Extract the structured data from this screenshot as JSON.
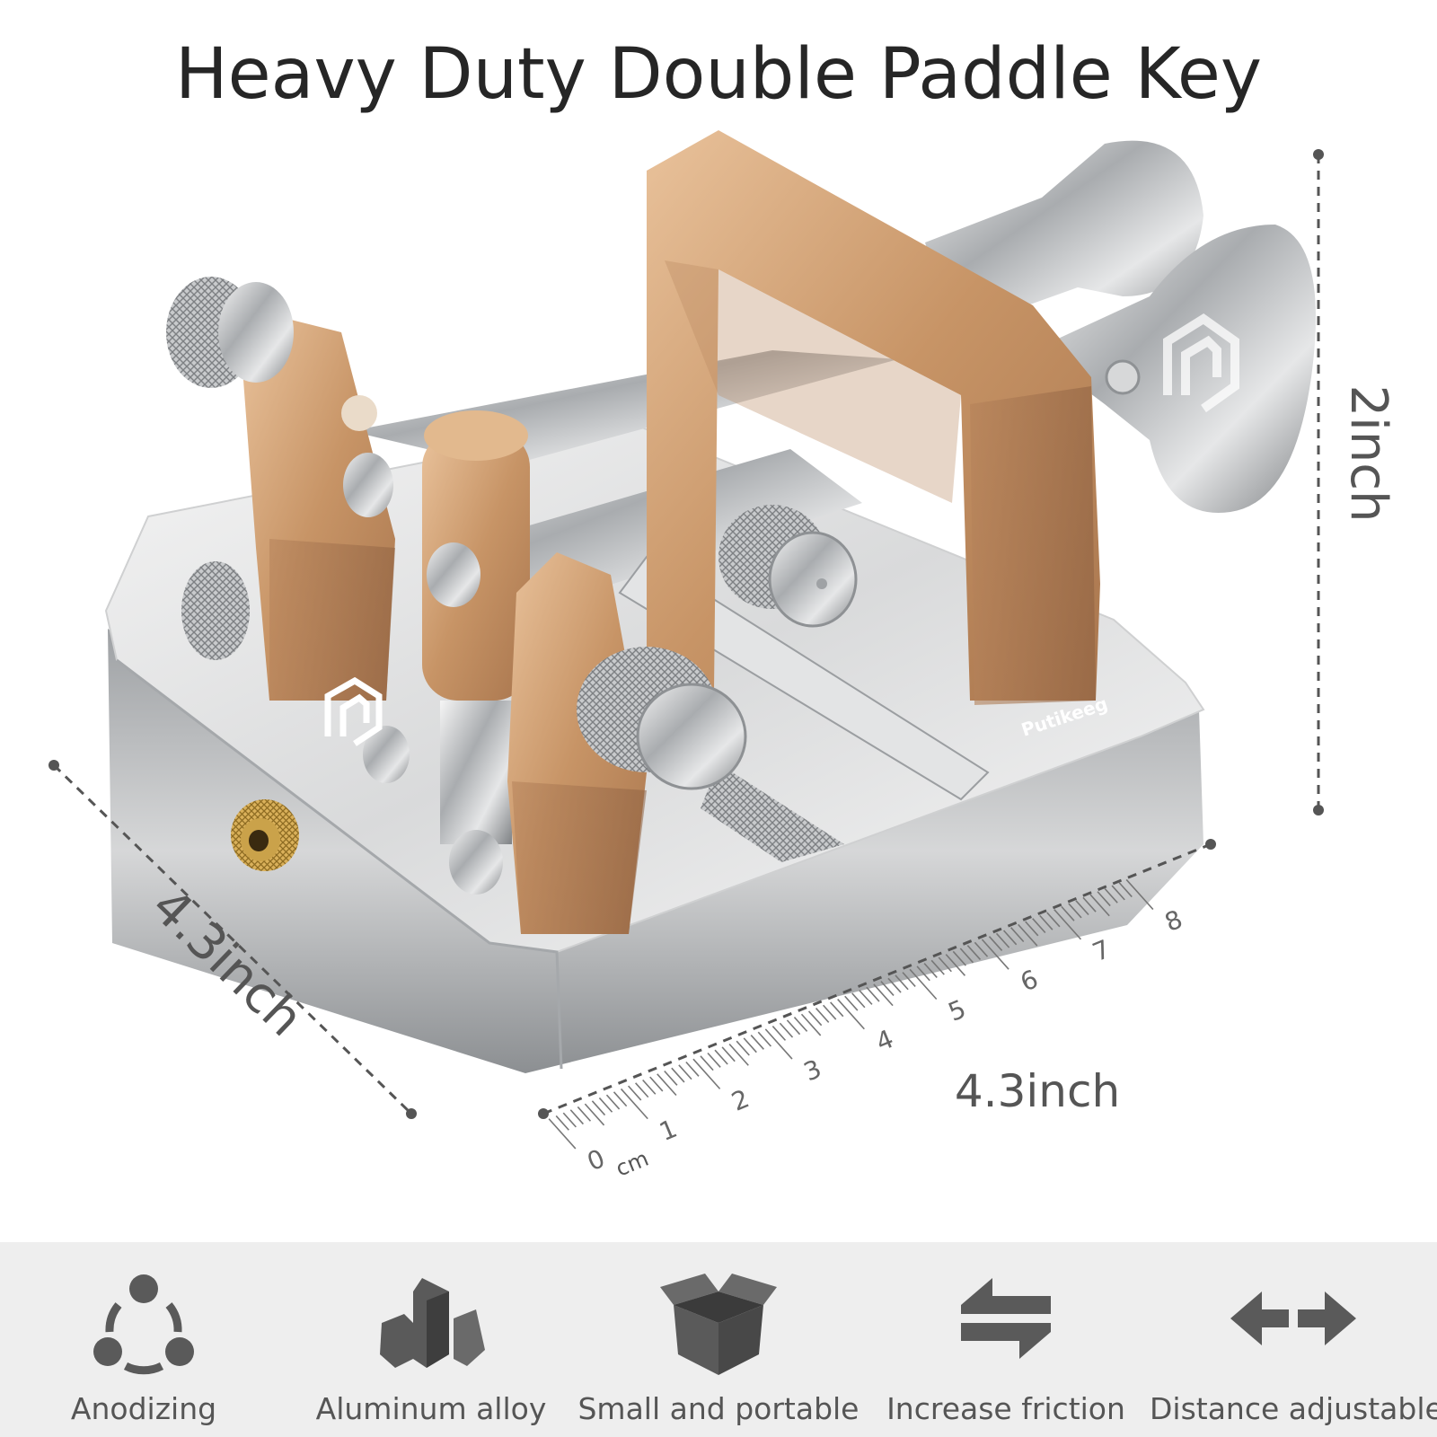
{
  "title": "Heavy Duty Double Paddle Key",
  "brand_mark": "Putikeeg",
  "dimensions": {
    "height": "2inch",
    "depth": "4.3inch",
    "width": "4.3inch"
  },
  "ruler": {
    "unit": "cm",
    "ticks": [
      "0",
      "1",
      "2",
      "3",
      "4",
      "5",
      "6",
      "7",
      "8"
    ]
  },
  "features": [
    {
      "label": "Anodizing",
      "icon": "anodizing-icon"
    },
    {
      "label": "Aluminum alloy",
      "icon": "crystal-icon"
    },
    {
      "label": "Small and portable",
      "icon": "box-icon"
    },
    {
      "label": "Increase friction",
      "icon": "swap-arrows-icon"
    },
    {
      "label": "Distance adjustable",
      "icon": "double-arrow-icon"
    }
  ],
  "colors": {
    "gold": "#c9976a",
    "silver": "#b9bcbf",
    "icon_gray": "#5a5a5a",
    "band": "#eeeeee"
  }
}
